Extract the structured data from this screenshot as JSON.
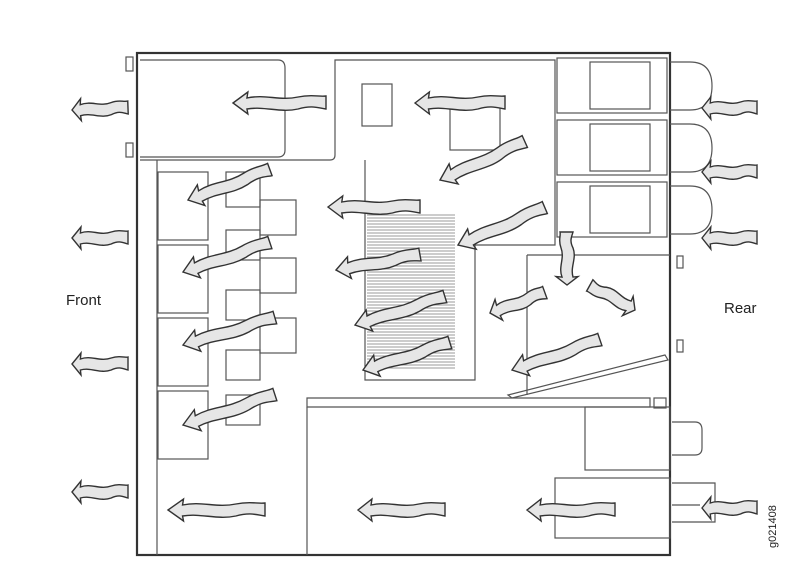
{
  "labels": {
    "front": "Front",
    "rear": "Rear",
    "figure_id": "g021408"
  },
  "colors": {
    "arrow_fill": "#e6e6e6",
    "outline": "#333333"
  }
}
